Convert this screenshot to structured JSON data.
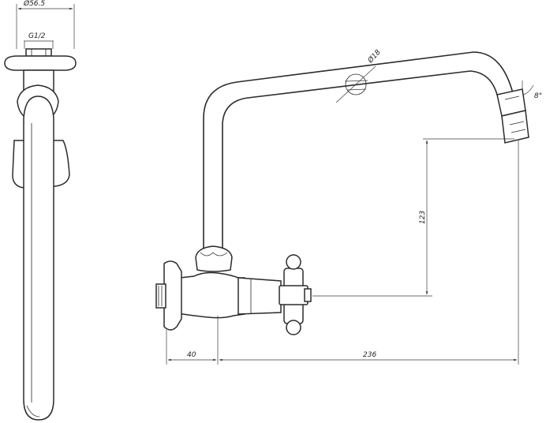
{
  "dimensions": {
    "flange_diameter": "Ø56.5",
    "thread": "G1/2",
    "pipe_diameter": "Ø18",
    "spout_angle": "8°",
    "outlet_height": "123",
    "wall_offset": "40",
    "spout_reach": "236"
  }
}
